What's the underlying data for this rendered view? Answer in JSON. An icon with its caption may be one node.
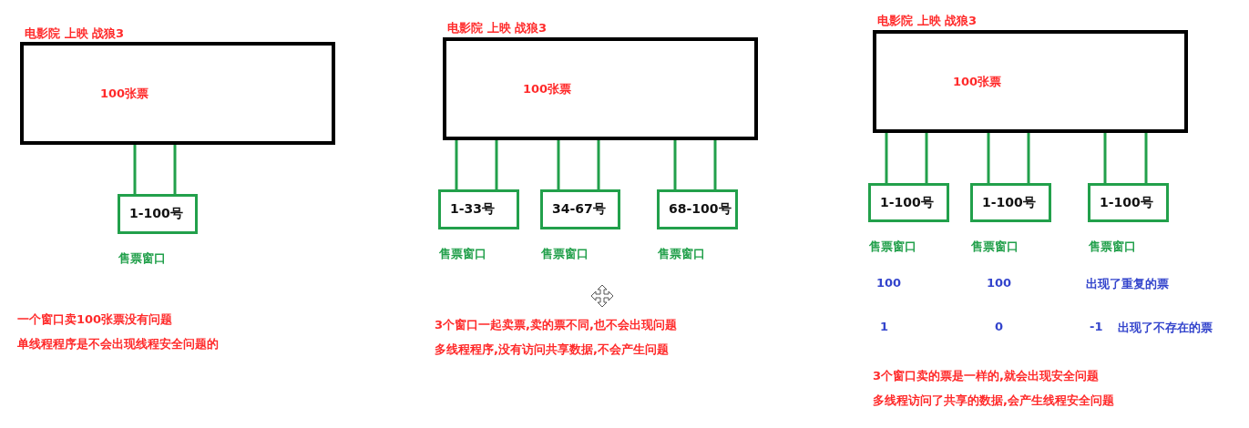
{
  "diagram": {
    "nodes": [
      {
        "text": [
          "电影院 上映 战狼3",
          "100张票"
        ]
      },
      {
        "text": [
          "1-100号"
        ],
        "beside": [
          "售票窗口"
        ]
      },
      {
        "text": [
          "电影院 上映 战狼3",
          "100张票"
        ]
      },
      {
        "text": [
          "1-33号"
        ],
        "beside": [
          "售票窗口"
        ]
      },
      {
        "text": [
          "34-67号"
        ],
        "beside": [
          "售票窗口"
        ]
      },
      {
        "text": [
          "68-100号"
        ],
        "beside": [
          "售票窗口"
        ]
      },
      {
        "text": [
          "电影院 上映 战狼3",
          "100张票"
        ]
      },
      {
        "text": [
          "1-100号"
        ],
        "beside": [
          "售票窗口"
        ]
      },
      {
        "text": [
          "1-100号"
        ],
        "beside": [
          "售票窗口"
        ]
      },
      {
        "text": [
          "1-100号"
        ],
        "beside": [
          "售票窗口"
        ]
      }
    ],
    "edges": [
      {
        "from": 0,
        "to": 1,
        "arrow": "none"
      },
      {
        "from": 0,
        "to": 1,
        "arrow": "none"
      },
      {
        "from": 2,
        "to": 3,
        "arrow": "none"
      },
      {
        "from": 2,
        "to": 3,
        "arrow": "none"
      },
      {
        "from": 2,
        "to": 4,
        "arrow": "none"
      },
      {
        "from": 2,
        "to": 4,
        "arrow": "none"
      },
      {
        "from": 2,
        "to": 5,
        "arrow": "none"
      },
      {
        "from": 2,
        "to": 5,
        "arrow": "none"
      },
      {
        "from": 6,
        "to": 7,
        "arrow": "none"
      },
      {
        "from": 6,
        "to": 7,
        "arrow": "none"
      },
      {
        "from": 6,
        "to": 8,
        "arrow": "none"
      },
      {
        "from": 6,
        "to": 8,
        "arrow": "none"
      },
      {
        "from": 6,
        "to": 9,
        "arrow": "none"
      },
      {
        "from": 6,
        "to": 9,
        "arrow": "none"
      }
    ],
    "labels": [
      "一个窗口卖100张票没有问题",
      "单线程程序是不会出现线程安全问题的",
      "3个窗口一起卖票,卖的票不同,也不会出现问题",
      "多线程程序,没有访问共享数据,不会产生问题",
      "100",
      "100",
      "出现了重复的票",
      "1",
      "0",
      "-1",
      "出现了不存在的票",
      "3个窗口卖的票是一样的,就会出现安全问题",
      "多线程访问了共享的数据,会产生线程安全问题"
    ]
  }
}
